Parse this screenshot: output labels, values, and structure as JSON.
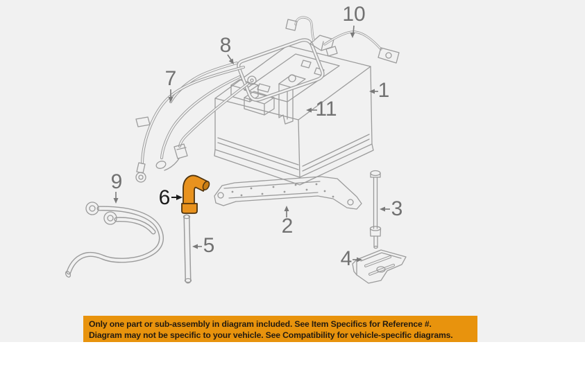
{
  "diagram": {
    "background_color": "#f1f1f1",
    "line_color": "#9b9b9b",
    "label_color": "#717171",
    "highlight_label_color": "#1b1b1b",
    "highlight_part_color": "#e8921e",
    "callouts": [
      {
        "id": "1",
        "label": "1"
      },
      {
        "id": "2",
        "label": "2"
      },
      {
        "id": "3",
        "label": "3"
      },
      {
        "id": "4",
        "label": "4"
      },
      {
        "id": "5",
        "label": "5"
      },
      {
        "id": "6",
        "label": "6",
        "highlighted": true
      },
      {
        "id": "7",
        "label": "7"
      },
      {
        "id": "8",
        "label": "8"
      },
      {
        "id": "9",
        "label": "9"
      },
      {
        "id": "10",
        "label": "10"
      },
      {
        "id": "11",
        "label": "11"
      }
    ]
  },
  "banner": {
    "background_color": "#e8930d",
    "text_color": "#241b10",
    "line1": "Only one part or sub-assembly in diagram included. See Item Specifics for Reference #.",
    "line2": "Diagram may not be specific to your vehicle. See Compatibility for vehicle-specific diagrams."
  }
}
